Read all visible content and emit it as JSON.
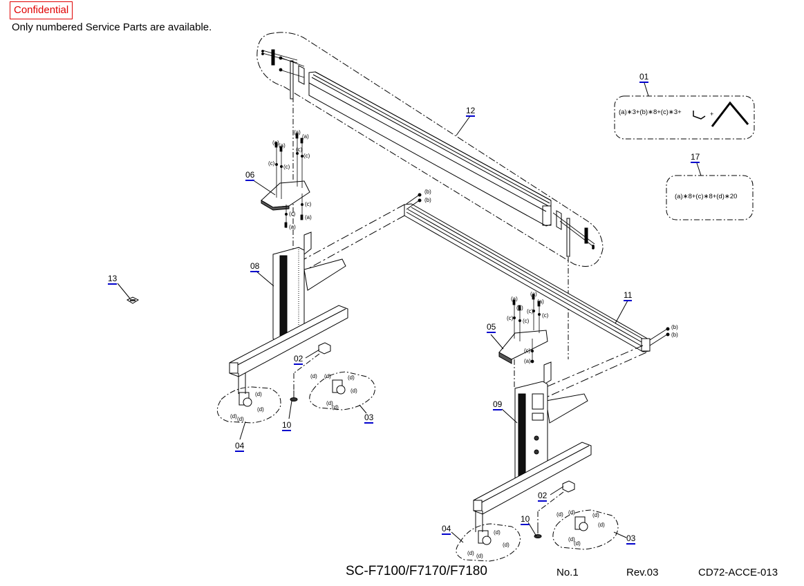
{
  "header": {
    "confidential_label": "Confidential",
    "notice": "Only numbered Service Parts are available."
  },
  "callouts": {
    "p01": "01",
    "p02a": "02",
    "p02b": "02",
    "p03a": "03",
    "p03b": "03",
    "p04a": "04",
    "p04b": "04",
    "p05": "05",
    "p06": "06",
    "p08": "08",
    "p09": "09",
    "p10a": "10",
    "p10b": "10",
    "p11": "11",
    "p12": "12",
    "p13": "13",
    "p17": "17"
  },
  "kits": {
    "k01": "(a)∗3+(b)∗8+(c)∗3+",
    "k01_plus": "+",
    "k17": "(a)∗8+(c)∗8+(d)∗20"
  },
  "screw_labels": {
    "a": "(a)",
    "b": "(b)",
    "c": "(c)",
    "d": "(d)"
  },
  "footer": {
    "model": "SC-F7100/F7170/F7180",
    "sheet_no": "No.1",
    "revision": "Rev.03",
    "doc_code": "CD72-ACCE-013"
  },
  "colors": {
    "confidential": "#e00000",
    "callout_underline": "#0000cc",
    "line": "#000000"
  }
}
